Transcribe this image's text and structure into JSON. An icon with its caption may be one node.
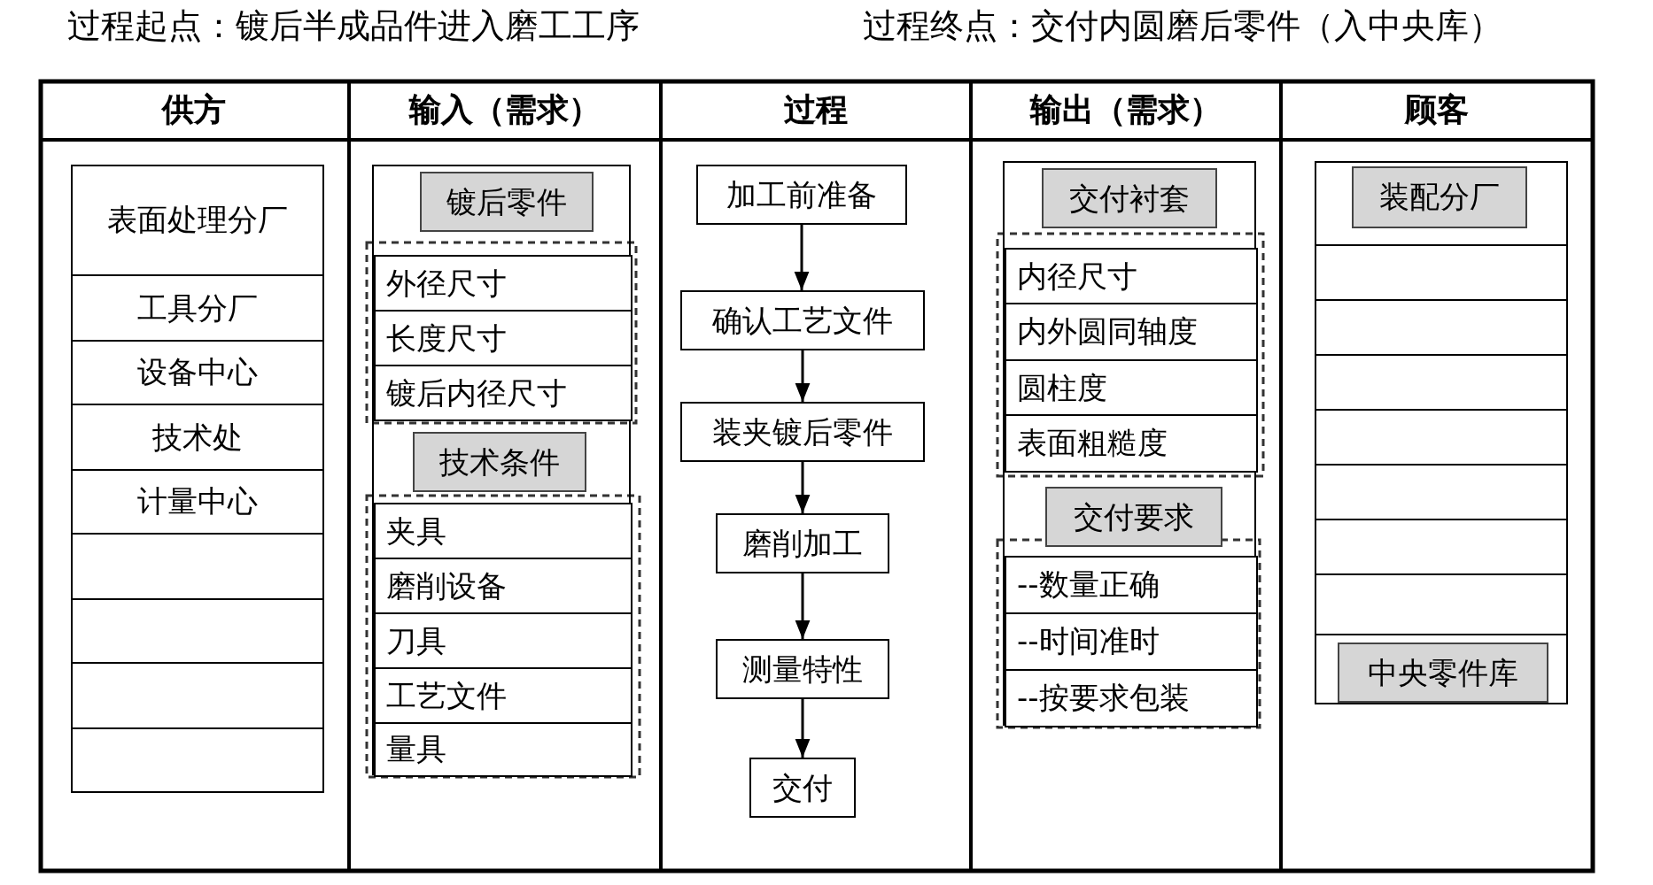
{
  "diagram": {
    "nodes": [
      {
        "text": [
          "供方"
        ]
      },
      {
        "text": [
          "输入（需求）"
        ]
      },
      {
        "text": [
          "过程"
        ]
      },
      {
        "text": [
          "输出（需求）"
        ]
      },
      {
        "text": [
          "顾客"
        ]
      },
      {
        "text": [
          "表面处理分厂"
        ]
      },
      {
        "text": [
          "工具分厂"
        ]
      },
      {
        "text": [
          "设备中心"
        ]
      },
      {
        "text": [
          "技术处"
        ]
      },
      {
        "text": [
          "计量中心"
        ]
      },
      {
        "text": [],
        "shape": "box"
      },
      {
        "text": [],
        "shape": "box"
      },
      {
        "text": [],
        "shape": "box"
      },
      {
        "text": [],
        "shape": "box"
      },
      {
        "text": [],
        "shape": "box"
      },
      {
        "text": [
          "镀后零件"
        ],
        "in": 14
      },
      {
        "text": [
          "外径尺寸"
        ],
        "in": 14
      },
      {
        "text": [
          "长度尺寸"
        ],
        "in": 14
      },
      {
        "text": [
          "镀后内径尺寸"
        ],
        "in": 14
      },
      {
        "text": [
          "技术条件"
        ],
        "in": 14
      },
      {
        "text": [
          "夹具"
        ],
        "in": 14
      },
      {
        "text": [
          "磨削设备"
        ],
        "in": 14
      },
      {
        "text": [
          "刀具"
        ],
        "in": 14
      },
      {
        "text": [
          "工艺文件"
        ],
        "in": 14
      },
      {
        "text": [
          "量具"
        ],
        "in": 14
      },
      {
        "text": [
          "加工前准备"
        ]
      },
      {
        "text": [
          "确认工艺文件"
        ]
      },
      {
        "text": [
          "装夹镀后零件"
        ]
      },
      {
        "text": [
          "磨削加工"
        ]
      },
      {
        "text": [
          "测量特性"
        ]
      },
      {
        "text": [
          "交付"
        ]
      },
      {
        "text": [],
        "shape": "box"
      },
      {
        "text": [
          "交付衬套"
        ],
        "in": 31
      },
      {
        "text": [
          "内径尺寸"
        ],
        "in": 31
      },
      {
        "text": [
          "内外圆同轴度"
        ],
        "in": 31
      },
      {
        "text": [
          "圆柱度"
        ],
        "in": 31
      },
      {
        "text": [
          "表面粗糙度"
        ],
        "in": 31
      },
      {
        "text": [
          "交付要求"
        ],
        "in": 31
      },
      {
        "text": [
          "--数量正确"
        ],
        "in": 31
      },
      {
        "text": [
          "--时间准时"
        ],
        "in": 31
      },
      {
        "text": [
          "--按要求包装"
        ],
        "in": 31
      },
      {
        "text": [],
        "shape": "box"
      },
      {
        "text": [
          "装配分厂"
        ],
        "in": 41
      },
      {
        "text": [],
        "shape": "box"
      },
      {
        "text": [],
        "shape": "box"
      },
      {
        "text": [],
        "shape": "box"
      },
      {
        "text": [],
        "shape": "box"
      },
      {
        "text": [],
        "shape": "box"
      },
      {
        "text": [],
        "shape": "box"
      },
      {
        "text": [],
        "shape": "box"
      },
      {
        "text": [],
        "shape": "box"
      },
      {
        "text": [
          "中央零件库"
        ],
        "in": 50
      }
    ],
    "edges": [
      {
        "from": 25,
        "to": 26,
        "arrow": "to"
      },
      {
        "from": 26,
        "to": 27,
        "arrow": "to"
      },
      {
        "from": 27,
        "to": 28,
        "arrow": "to"
      },
      {
        "from": 28,
        "to": 29,
        "arrow": "to"
      },
      {
        "from": 29,
        "to": 30,
        "arrow": "to"
      }
    ],
    "labels": [
      "过程起点：镀后半成品件进入磨工工序",
      "过程终点：交付内圆磨后零件（入中央库）"
    ]
  }
}
